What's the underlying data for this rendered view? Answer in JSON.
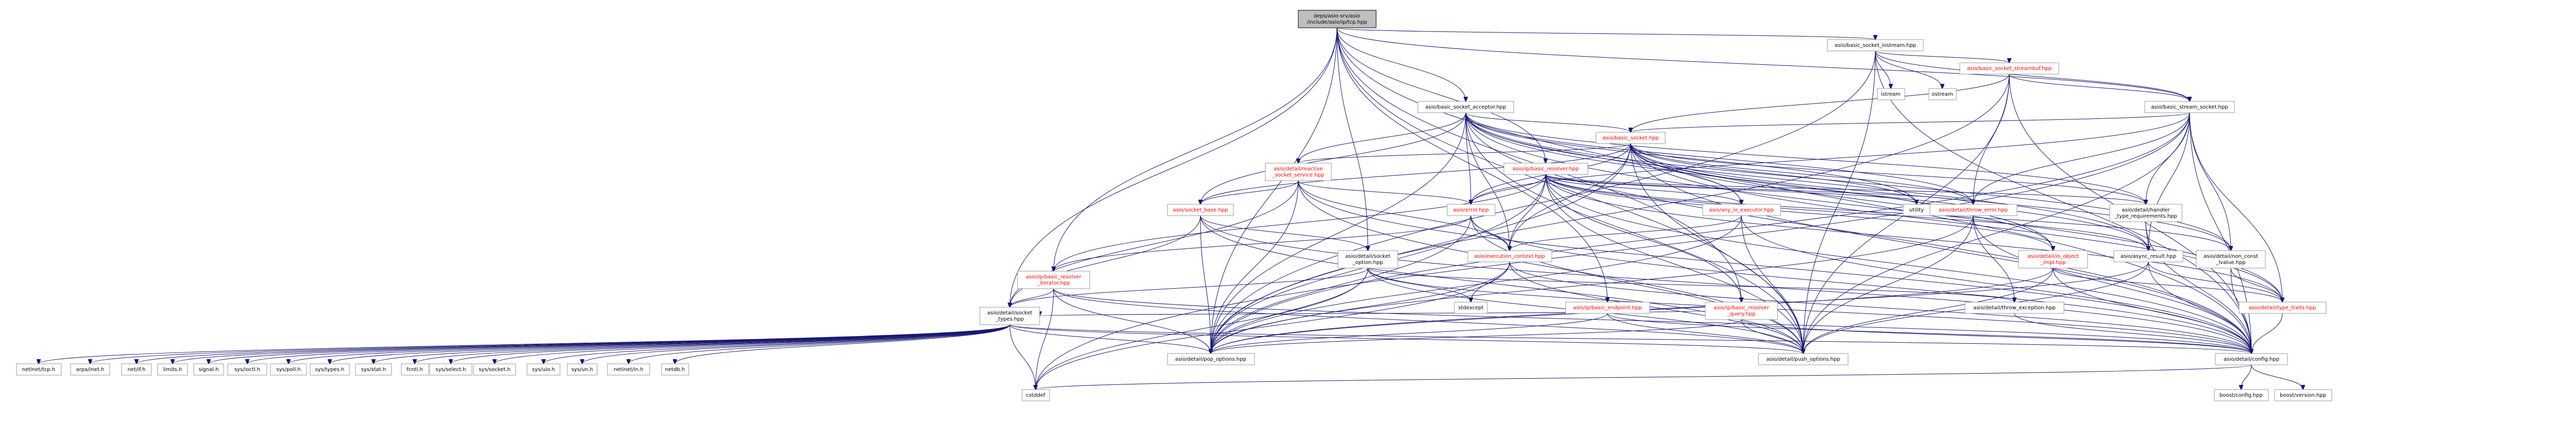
{
  "diagram": {
    "edge_color": "#191970",
    "root_fill": "#bfbfbf",
    "node_border": "#999999",
    "nodes": [
      {
        "id": "root",
        "lines": [
          "deps/asio-srv/asio",
          "/include/asio/ip/tcp.hpp"
        ],
        "kind": "root"
      },
      {
        "id": "bsi",
        "lines": [
          "asio/basic_socket_iostream.hpp"
        ],
        "kind": "plain"
      },
      {
        "id": "bssb",
        "lines": [
          "asio/basic_socket_streambuf.hpp"
        ],
        "kind": "red"
      },
      {
        "id": "istream",
        "lines": [
          "istream"
        ],
        "kind": "plain"
      },
      {
        "id": "ostream",
        "lines": [
          "ostream"
        ],
        "kind": "plain"
      },
      {
        "id": "bsa",
        "lines": [
          "asio/basic_socket_acceptor.hpp"
        ],
        "kind": "plain"
      },
      {
        "id": "bstrs",
        "lines": [
          "asio/basic_stream_socket.hpp"
        ],
        "kind": "plain"
      },
      {
        "id": "bs",
        "lines": [
          "asio/basic_socket.hpp"
        ],
        "kind": "red"
      },
      {
        "id": "rss",
        "lines": [
          "asio/detail/reactive",
          "_socket_service.hpp"
        ],
        "kind": "red"
      },
      {
        "id": "sb",
        "lines": [
          "asio/socket_base.hpp"
        ],
        "kind": "red"
      },
      {
        "id": "bres",
        "lines": [
          "asio/ip/basic_resolver.hpp"
        ],
        "kind": "red"
      },
      {
        "id": "err",
        "lines": [
          "asio/error.hpp"
        ],
        "kind": "red"
      },
      {
        "id": "anyio",
        "lines": [
          "asio/any_io_executor.hpp"
        ],
        "kind": "red"
      },
      {
        "id": "utility",
        "lines": [
          "utility"
        ],
        "kind": "plain"
      },
      {
        "id": "te",
        "lines": [
          "asio/detail/throw_error.hpp"
        ],
        "kind": "red"
      },
      {
        "id": "hreq",
        "lines": [
          "asio/detail/handler",
          "_type_requirements.hpp"
        ],
        "kind": "plain"
      },
      {
        "id": "ncv",
        "lines": [
          "asio/detail/non_const",
          "_lvalue.hpp"
        ],
        "kind": "plain"
      },
      {
        "id": "ar",
        "lines": [
          "asio/async_result.hpp"
        ],
        "kind": "plain"
      },
      {
        "id": "ioimpl",
        "lines": [
          "asio/detail/io_object",
          "_impl.hpp"
        ],
        "kind": "red"
      },
      {
        "id": "sockopt",
        "lines": [
          "asio/detail/socket",
          "_option.hpp"
        ],
        "kind": "plain"
      },
      {
        "id": "execctx",
        "lines": [
          "asio/execution_context.hpp"
        ],
        "kind": "red"
      },
      {
        "id": "bri",
        "lines": [
          "asio/ip/basic_resolver",
          "_iterator.hpp"
        ],
        "kind": "red"
      },
      {
        "id": "bep",
        "lines": [
          "asio/ip/basic_endpoint.hpp"
        ],
        "kind": "red"
      },
      {
        "id": "brq",
        "lines": [
          "asio/ip/basic_resolver",
          "_query.hpp"
        ],
        "kind": "red"
      },
      {
        "id": "texc",
        "lines": [
          "asio/detail/throw_exception.hpp"
        ],
        "kind": "plain"
      },
      {
        "id": "ttraits",
        "lines": [
          "asio/detail/type_traits.hpp"
        ],
        "kind": "red"
      },
      {
        "id": "sockt",
        "lines": [
          "asio/detail/socket",
          "_types.hpp"
        ],
        "kind": "plain"
      },
      {
        "id": "stdexcept",
        "lines": [
          "stdexcept"
        ],
        "kind": "plain"
      },
      {
        "id": "config",
        "lines": [
          "asio/detail/config.hpp"
        ],
        "kind": "plain"
      },
      {
        "id": "pop",
        "lines": [
          "asio/detail/pop_options.hpp"
        ],
        "kind": "plain"
      },
      {
        "id": "push",
        "lines": [
          "asio/detail/push_options.hpp"
        ],
        "kind": "plain"
      },
      {
        "id": "cstddef",
        "lines": [
          "cstddef"
        ],
        "kind": "plain"
      },
      {
        "id": "bconfig",
        "lines": [
          "boost/config.hpp"
        ],
        "kind": "plain"
      },
      {
        "id": "bversion",
        "lines": [
          "boost/version.hpp"
        ],
        "kind": "plain"
      },
      {
        "id": "tcp_h",
        "lines": [
          "netinet/tcp.h"
        ],
        "kind": "plain"
      },
      {
        "id": "inet_h",
        "lines": [
          "arpa/inet.h"
        ],
        "kind": "plain"
      },
      {
        "id": "netif_h",
        "lines": [
          "net/if.h"
        ],
        "kind": "plain"
      },
      {
        "id": "limits_h",
        "lines": [
          "limits.h"
        ],
        "kind": "plain"
      },
      {
        "id": "signal_h",
        "lines": [
          "signal.h"
        ],
        "kind": "plain"
      },
      {
        "id": "ioctl_h",
        "lines": [
          "sys/ioctl.h"
        ],
        "kind": "plain"
      },
      {
        "id": "poll_h",
        "lines": [
          "sys/poll.h"
        ],
        "kind": "plain"
      },
      {
        "id": "types_h",
        "lines": [
          "sys/types.h"
        ],
        "kind": "plain"
      },
      {
        "id": "stat_h",
        "lines": [
          "sys/stat.h"
        ],
        "kind": "plain"
      },
      {
        "id": "fcntl_h",
        "lines": [
          "fcntl.h"
        ],
        "kind": "plain"
      },
      {
        "id": "select_h",
        "lines": [
          "sys/select.h"
        ],
        "kind": "plain"
      },
      {
        "id": "socket_h",
        "lines": [
          "sys/socket.h"
        ],
        "kind": "plain"
      },
      {
        "id": "uio_h",
        "lines": [
          "sys/uio.h"
        ],
        "kind": "plain"
      },
      {
        "id": "un_h",
        "lines": [
          "sys/un.h"
        ],
        "kind": "plain"
      },
      {
        "id": "in_h",
        "lines": [
          "netinet/in.h"
        ],
        "kind": "plain"
      },
      {
        "id": "netdb_h",
        "lines": [
          "netdb.h"
        ],
        "kind": "plain"
      }
    ],
    "edges": [
      [
        "root",
        "bsi"
      ],
      [
        "root",
        "bsa"
      ],
      [
        "root",
        "bstrs"
      ],
      [
        "root",
        "bres"
      ],
      [
        "root",
        "bri"
      ],
      [
        "root",
        "bep"
      ],
      [
        "root",
        "brq"
      ],
      [
        "root",
        "sockopt"
      ],
      [
        "root",
        "sockt"
      ],
      [
        "root",
        "config"
      ],
      [
        "root",
        "pop"
      ],
      [
        "root",
        "push"
      ],
      [
        "bsi",
        "bssb"
      ],
      [
        "bsi",
        "istream"
      ],
      [
        "bsi",
        "ostream"
      ],
      [
        "bsi",
        "config"
      ],
      [
        "bsi",
        "pop"
      ],
      [
        "bsi",
        "push"
      ],
      [
        "bsi",
        "bstrs"
      ],
      [
        "bssb",
        "bs"
      ],
      [
        "bssb",
        "te"
      ],
      [
        "bssb",
        "config"
      ],
      [
        "bssb",
        "push"
      ],
      [
        "bssb",
        "pop"
      ],
      [
        "bssb",
        "bstrs"
      ],
      [
        "bsa",
        "bs"
      ],
      [
        "bsa",
        "rss"
      ],
      [
        "bsa",
        "sb"
      ],
      [
        "bsa",
        "err"
      ],
      [
        "bsa",
        "anyio"
      ],
      [
        "bsa",
        "utility"
      ],
      [
        "bsa",
        "te"
      ],
      [
        "bsa",
        "hreq"
      ],
      [
        "bsa",
        "ncv"
      ],
      [
        "bsa",
        "ar"
      ],
      [
        "bsa",
        "ioimpl"
      ],
      [
        "bsa",
        "ttraits"
      ],
      [
        "bsa",
        "execctx"
      ],
      [
        "bsa",
        "config"
      ],
      [
        "bsa",
        "pop"
      ],
      [
        "bsa",
        "push"
      ],
      [
        "bstrs",
        "bs"
      ],
      [
        "bstrs",
        "te"
      ],
      [
        "bstrs",
        "hreq"
      ],
      [
        "bstrs",
        "ncv"
      ],
      [
        "bstrs",
        "ar"
      ],
      [
        "bstrs",
        "ttraits"
      ],
      [
        "bstrs",
        "err"
      ],
      [
        "bstrs",
        "config"
      ],
      [
        "bstrs",
        "pop"
      ],
      [
        "bstrs",
        "push"
      ],
      [
        "bstrs",
        "cstddef"
      ],
      [
        "bs",
        "rss"
      ],
      [
        "bs",
        "sb"
      ],
      [
        "bs",
        "err"
      ],
      [
        "bs",
        "anyio"
      ],
      [
        "bs",
        "utility"
      ],
      [
        "bs",
        "te"
      ],
      [
        "bs",
        "hreq"
      ],
      [
        "bs",
        "ncv"
      ],
      [
        "bs",
        "ar"
      ],
      [
        "bs",
        "ioimpl"
      ],
      [
        "bs",
        "ttraits"
      ],
      [
        "bs",
        "execctx"
      ],
      [
        "bs",
        "config"
      ],
      [
        "bs",
        "pop"
      ],
      [
        "bs",
        "push"
      ],
      [
        "rss",
        "sb"
      ],
      [
        "rss",
        "err"
      ],
      [
        "rss",
        "execctx"
      ],
      [
        "rss",
        "sockt"
      ],
      [
        "rss",
        "config"
      ],
      [
        "rss",
        "pop"
      ],
      [
        "rss",
        "push"
      ],
      [
        "sb",
        "sockopt"
      ],
      [
        "sb",
        "sockt"
      ],
      [
        "sb",
        "config"
      ],
      [
        "sb",
        "pop"
      ],
      [
        "sb",
        "push"
      ],
      [
        "bres",
        "anyio"
      ],
      [
        "bres",
        "err"
      ],
      [
        "bres",
        "te"
      ],
      [
        "bres",
        "ar"
      ],
      [
        "bres",
        "ioimpl"
      ],
      [
        "bres",
        "ncv"
      ],
      [
        "bres",
        "brq"
      ],
      [
        "bres",
        "bri"
      ],
      [
        "bres",
        "execctx"
      ],
      [
        "bres",
        "hreq"
      ],
      [
        "bres",
        "utility"
      ],
      [
        "bres",
        "ttraits"
      ],
      [
        "bres",
        "config"
      ],
      [
        "bres",
        "pop"
      ],
      [
        "bres",
        "push"
      ],
      [
        "err",
        "bri"
      ],
      [
        "err",
        "config"
      ],
      [
        "err",
        "pop"
      ],
      [
        "err",
        "push"
      ],
      [
        "err",
        "execctx"
      ],
      [
        "anyio",
        "execctx"
      ],
      [
        "anyio",
        "config"
      ],
      [
        "anyio",
        "push"
      ],
      [
        "anyio",
        "pop"
      ],
      [
        "te",
        "texc"
      ],
      [
        "te",
        "config"
      ],
      [
        "te",
        "pop"
      ],
      [
        "te",
        "push"
      ],
      [
        "hreq",
        "ar"
      ],
      [
        "hreq",
        "config"
      ],
      [
        "ncv",
        "ttraits"
      ],
      [
        "ncv",
        "config"
      ],
      [
        "ar",
        "ttraits"
      ],
      [
        "ar",
        "config"
      ],
      [
        "ar",
        "pop"
      ],
      [
        "ar",
        "push"
      ],
      [
        "ioimpl",
        "ttraits"
      ],
      [
        "ioimpl",
        "config"
      ],
      [
        "ioimpl",
        "pop"
      ],
      [
        "ioimpl",
        "push"
      ],
      [
        "sockopt",
        "sockt"
      ],
      [
        "sockopt",
        "stdexcept"
      ],
      [
        "sockopt",
        "texc"
      ],
      [
        "sockopt",
        "config"
      ],
      [
        "sockopt",
        "pop"
      ],
      [
        "sockopt",
        "push"
      ],
      [
        "sockopt",
        "cstddef"
      ],
      [
        "execctx",
        "stdexcept"
      ],
      [
        "execctx",
        "config"
      ],
      [
        "execctx",
        "pop"
      ],
      [
        "execctx",
        "push"
      ],
      [
        "execctx",
        "cstddef"
      ],
      [
        "bri",
        "sockt"
      ],
      [
        "bri",
        "config"
      ],
      [
        "bri",
        "pop"
      ],
      [
        "bri",
        "push"
      ],
      [
        "bri",
        "cstddef"
      ],
      [
        "bep",
        "config"
      ],
      [
        "bep",
        "pop"
      ],
      [
        "bep",
        "push"
      ],
      [
        "brq",
        "config"
      ],
      [
        "brq",
        "pop"
      ],
      [
        "brq",
        "push"
      ],
      [
        "brq",
        "sockt"
      ],
      [
        "texc",
        "config"
      ],
      [
        "ttraits",
        "config"
      ],
      [
        "sockt",
        "tcp_h"
      ],
      [
        "sockt",
        "inet_h"
      ],
      [
        "sockt",
        "netif_h"
      ],
      [
        "sockt",
        "limits_h"
      ],
      [
        "sockt",
        "signal_h"
      ],
      [
        "sockt",
        "ioctl_h"
      ],
      [
        "sockt",
        "poll_h"
      ],
      [
        "sockt",
        "types_h"
      ],
      [
        "sockt",
        "stat_h"
      ],
      [
        "sockt",
        "fcntl_h"
      ],
      [
        "sockt",
        "select_h"
      ],
      [
        "sockt",
        "socket_h"
      ],
      [
        "sockt",
        "uio_h"
      ],
      [
        "sockt",
        "un_h"
      ],
      [
        "sockt",
        "in_h"
      ],
      [
        "sockt",
        "netdb_h"
      ],
      [
        "sockt",
        "config"
      ],
      [
        "sockt",
        "pop"
      ],
      [
        "sockt",
        "push"
      ],
      [
        "sockt",
        "cstddef"
      ],
      [
        "config",
        "bconfig"
      ],
      [
        "config",
        "bversion"
      ],
      [
        "config",
        "cstddef"
      ]
    ]
  }
}
